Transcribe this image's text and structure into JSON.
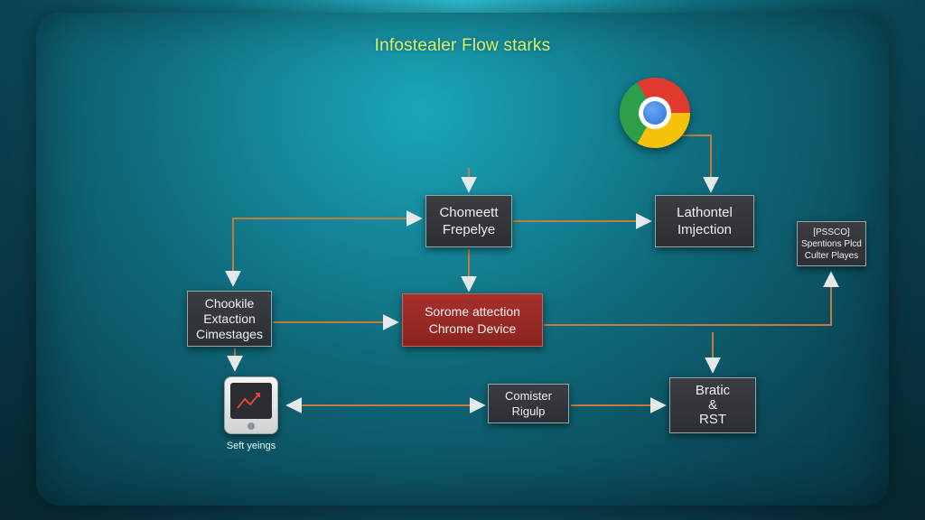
{
  "title": "Infostealer Flow starks",
  "nodes": {
    "chrome_repeat": [
      "Chomeett",
      "Frepelye"
    ],
    "lathontel": [
      "Lathontel",
      "Imjection"
    ],
    "pssco": [
      "[PSSCO]",
      "Spentions Plcd",
      "Culter Playes"
    ],
    "chookie": [
      "Chookile",
      "Extaction",
      "Cimestages"
    ],
    "sorome": [
      "Sorome attection",
      "Chrome Device"
    ],
    "comister": [
      "Comister",
      "Rigulp"
    ],
    "bratic": [
      "Bratic",
      "&",
      "RST"
    ],
    "device_caption": "Seft yeings"
  },
  "icons": {
    "browser": "chrome-logo-icon",
    "device": "tablet-chart-icon"
  },
  "colors": {
    "accent_title": "#d9f06a",
    "connector": "#c77a3a",
    "highlight_box": "#a8302b",
    "box_fill": "#34373b"
  }
}
